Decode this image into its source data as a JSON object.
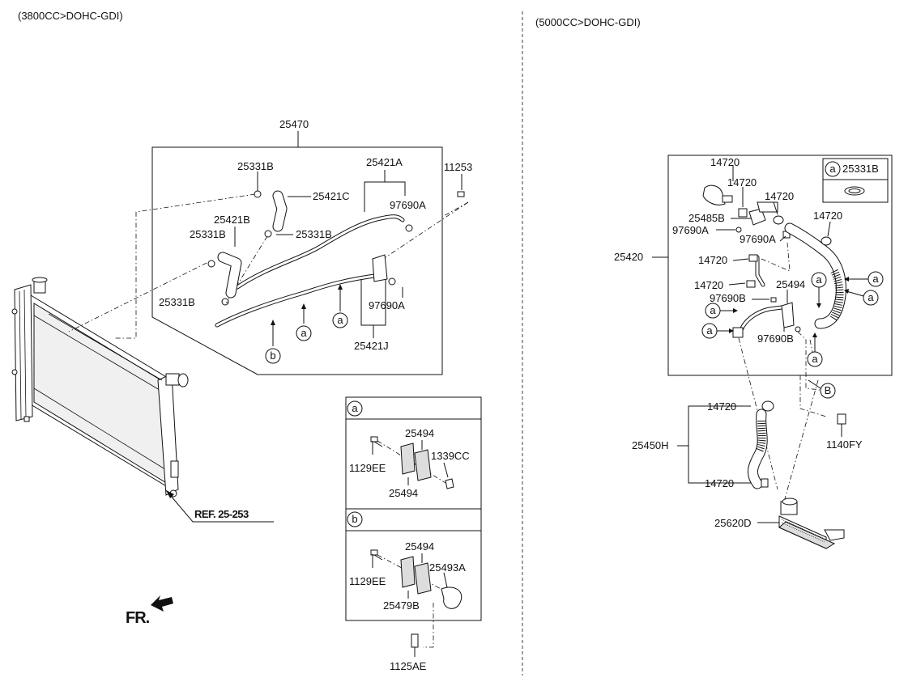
{
  "headers": {
    "left": "(3800CC>DOHC-GDI)",
    "right": "(5000CC>DOHC-GDI)"
  },
  "left_labels": {
    "l25470": "25470",
    "l25421A": "25421A",
    "l11253": "11253",
    "l25331B_top": "25331B",
    "l25421C": "25421C",
    "l97690A_top": "97690A",
    "l25421B": "25421B",
    "l25331B_left": "25331B",
    "l25331B_mid": "25331B",
    "l25331B_low": "25331B",
    "l97690A_low": "97690A",
    "l25421J": "25421J",
    "callout_a1": "a",
    "callout_a2": "a",
    "callout_b": "b",
    "ref": "REF. 25-253",
    "fr": "FR."
  },
  "detail_a": {
    "tag": "a",
    "l25494_top": "25494",
    "l1339CC": "1339CC",
    "l1129EE": "1129EE",
    "l25494_bot": "25494"
  },
  "detail_b": {
    "tag": "b",
    "l25494": "25494",
    "l1129EE": "1129EE",
    "l25493A": "25493A",
    "l25479B": "25479B",
    "l1125AE": "1125AE"
  },
  "right_labels": {
    "l14720_1": "14720",
    "l14720_2": "14720",
    "l14720_3": "14720",
    "l14720_4": "14720",
    "l14720_5": "14720",
    "l14720_6": "14720",
    "l25485B": "25485B",
    "l97690A_1": "97690A",
    "l97690A_2": "97690A",
    "l25420": "25420",
    "l25494": "25494",
    "l97690B_1": "97690B",
    "l97690B_2": "97690B",
    "legend_tag": "a",
    "legend_part": "25331B",
    "l25450H": "25450H",
    "l14720_7": "14720",
    "l14720_8": "14720",
    "l1140FY": "1140FY",
    "l25620D": "25620D",
    "callout_B": "B",
    "callout_a1": "a",
    "callout_a2": "a",
    "callout_a3": "a",
    "callout_a4": "a",
    "callout_a5": "a",
    "callout_a6": "a"
  }
}
